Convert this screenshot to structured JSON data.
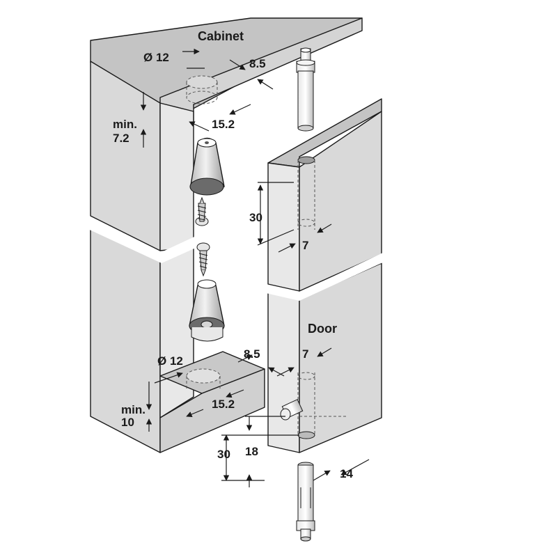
{
  "labels": {
    "cabinet": "Cabinet",
    "door": "Door",
    "top_hole_diameter": "Ø 12",
    "top_edge_offset": "8.5",
    "top_depth": "15.2",
    "top_min_label": "min.",
    "top_min_value": "7.2",
    "door_top_depth": "30",
    "door_top_diameter": "7",
    "bottom_hole_diameter": "Ø 12",
    "bottom_edge_offset": "8.5",
    "bottom_depth": "15.2",
    "bottom_min_label": "min.",
    "bottom_min_value": "10",
    "door_bottom_diameter": "7",
    "door_bottom_depth": "30",
    "side_hole_offset": "18",
    "door_edge_offset": "14"
  },
  "colors": {
    "panel_front": "#d9d9d9",
    "panel_top": "#c4c4c4",
    "panel_side": "#e8e8e8",
    "outline": "#1a1a1a",
    "background": "#ffffff"
  },
  "icons": [
    "top-pivot-pin-icon",
    "bottom-pivot-pin-icon",
    "upper-bearing-bushing-icon",
    "lower-bearing-bushing-icon",
    "wood-screw-icon"
  ]
}
